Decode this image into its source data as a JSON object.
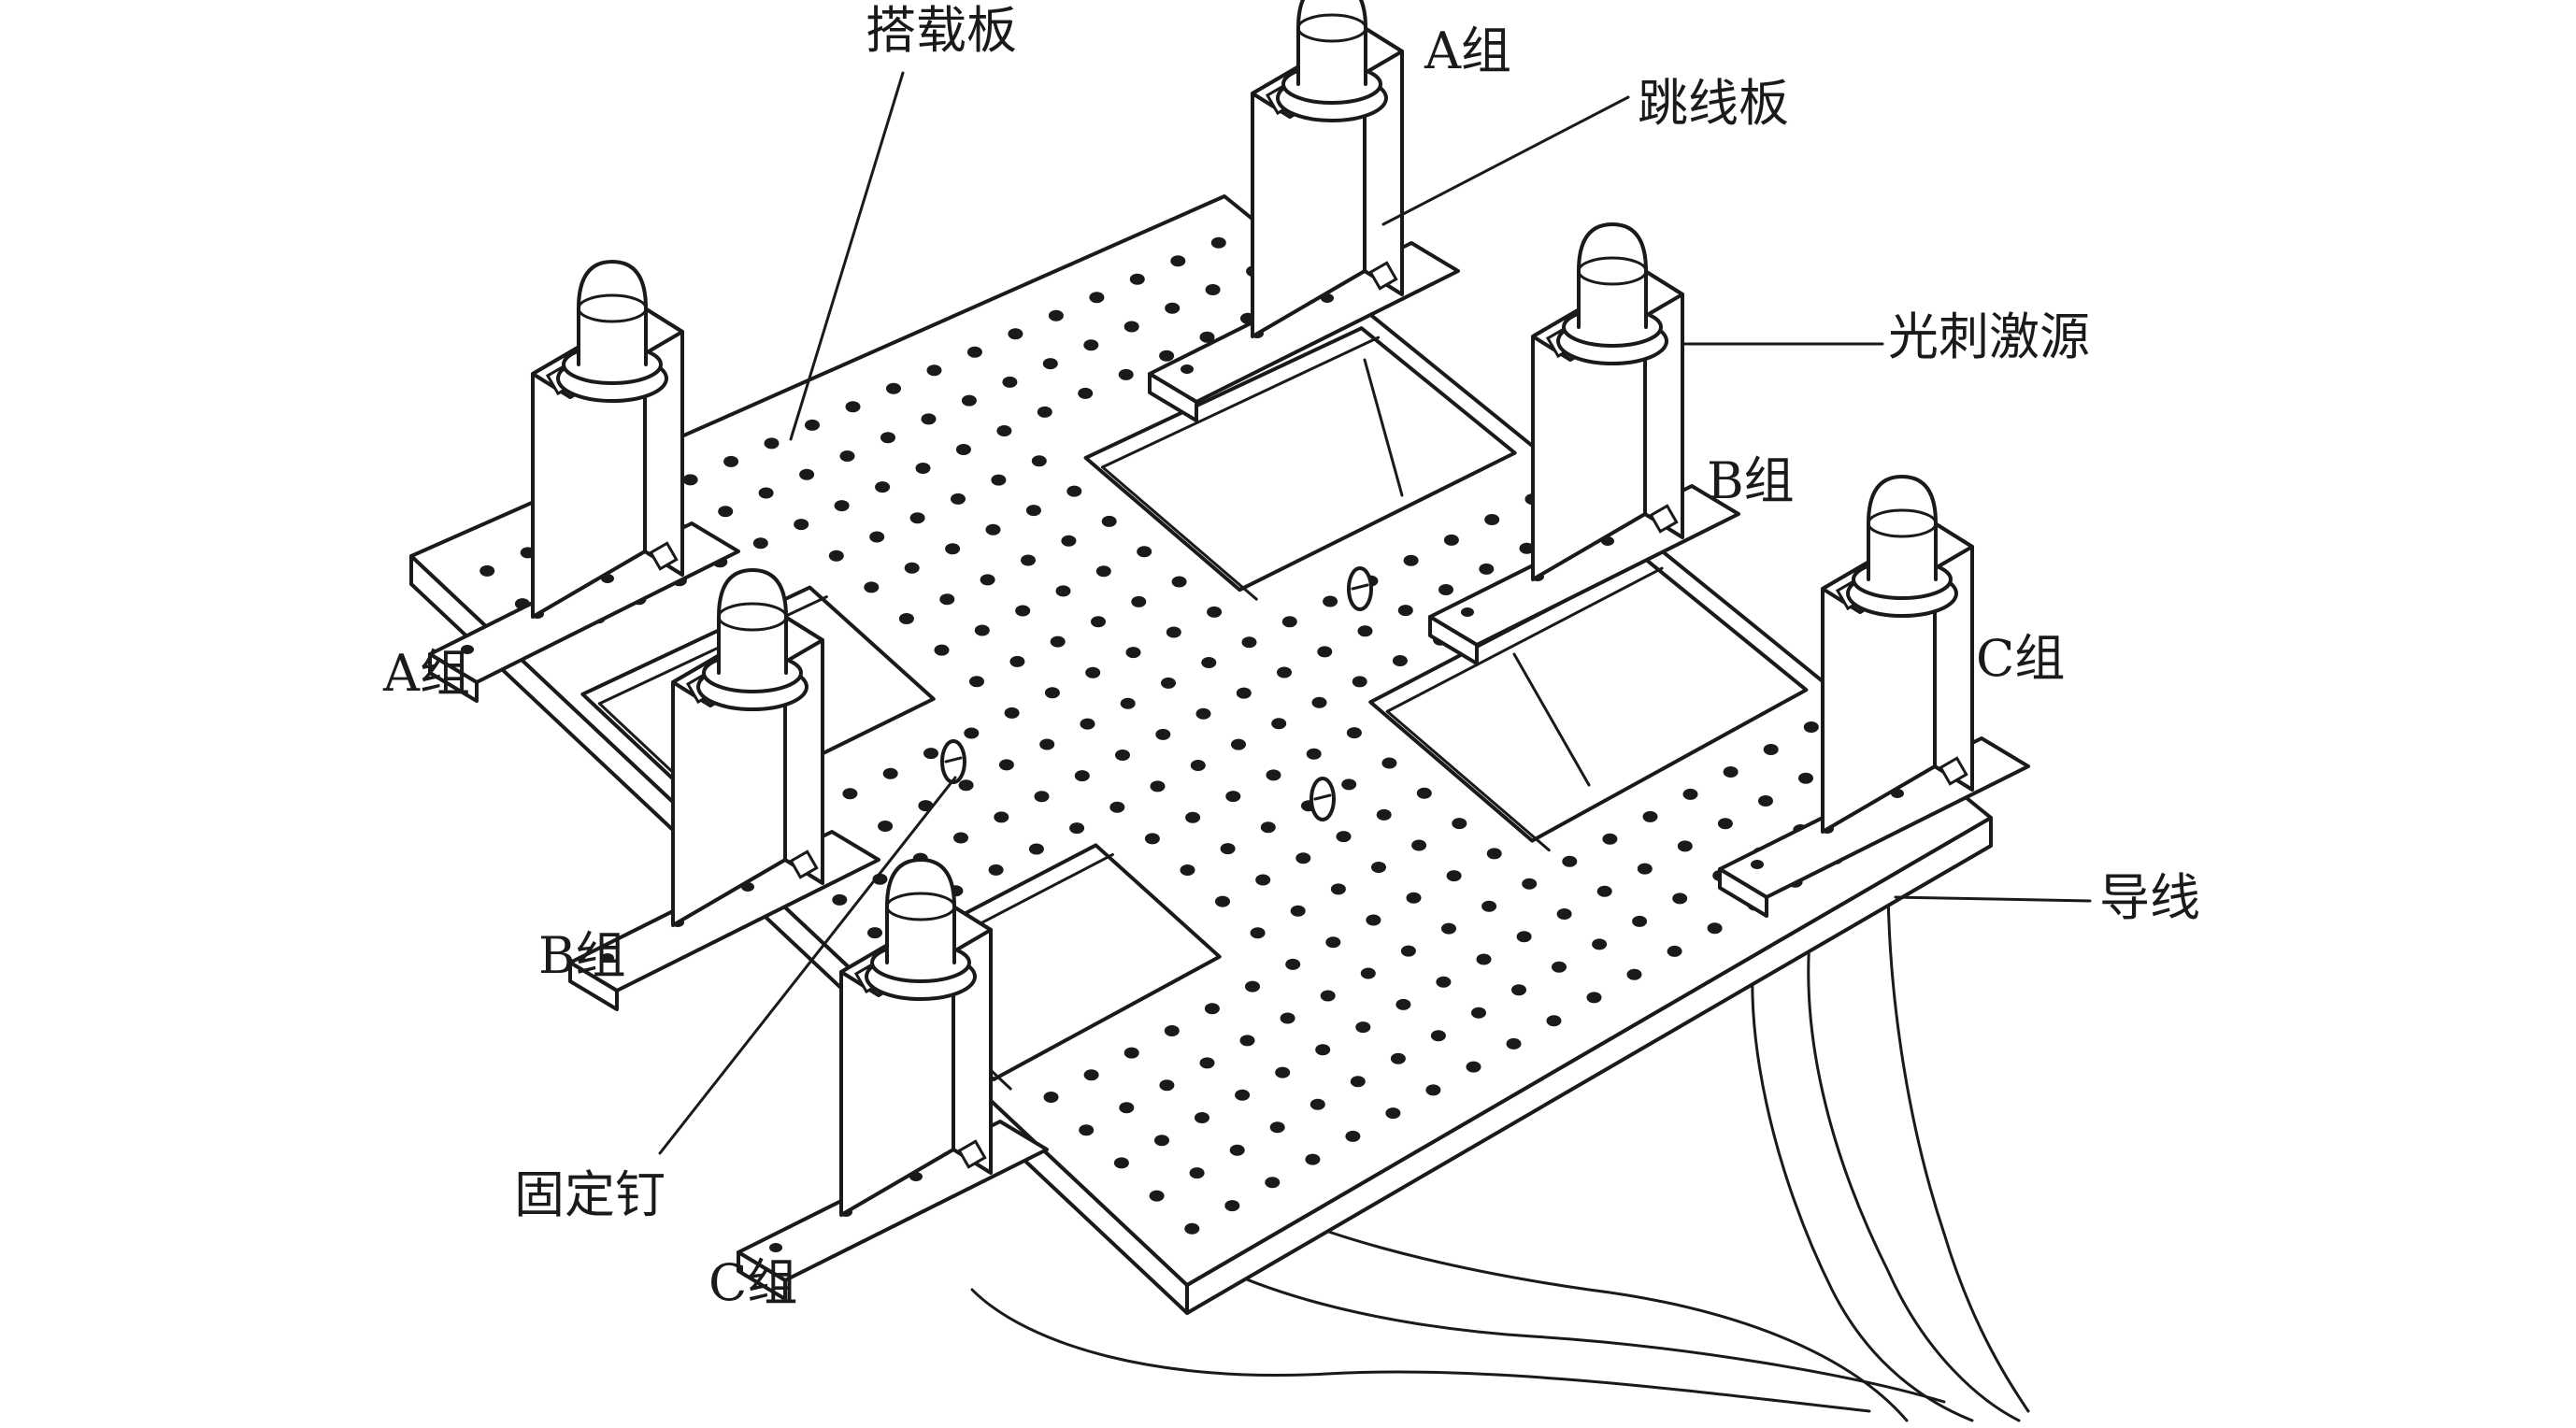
{
  "labels": {
    "mounting_board": "搭载板",
    "jumper_board": "跳线板",
    "light_source": "光刺激源",
    "wires": "导线",
    "fixing_pin": "固定钉",
    "group_a": "A组",
    "group_b": "B组",
    "group_c": "C组"
  },
  "colors": {
    "line": "#1a1a1a",
    "paper": "#ffffff"
  },
  "icons": [
    "light-source-icon",
    "fixing-pin-icon"
  ]
}
